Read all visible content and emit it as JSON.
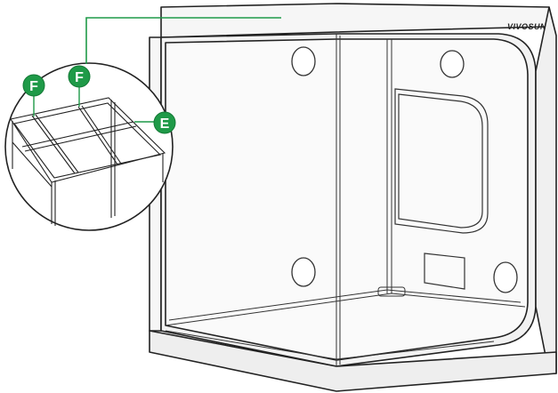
{
  "brand": {
    "text": "VIVOSUN"
  },
  "callouts": [
    {
      "letter": "F",
      "color": "#1f9a48"
    },
    {
      "letter": "F",
      "color": "#1f9a48"
    },
    {
      "letter": "E",
      "color": "#1f9a48"
    }
  ],
  "colors": {
    "outline": "#222222",
    "panel_fill": "#f4f4f4",
    "leader_line": "#1f9a48",
    "callout_green": "#1f9a48"
  }
}
